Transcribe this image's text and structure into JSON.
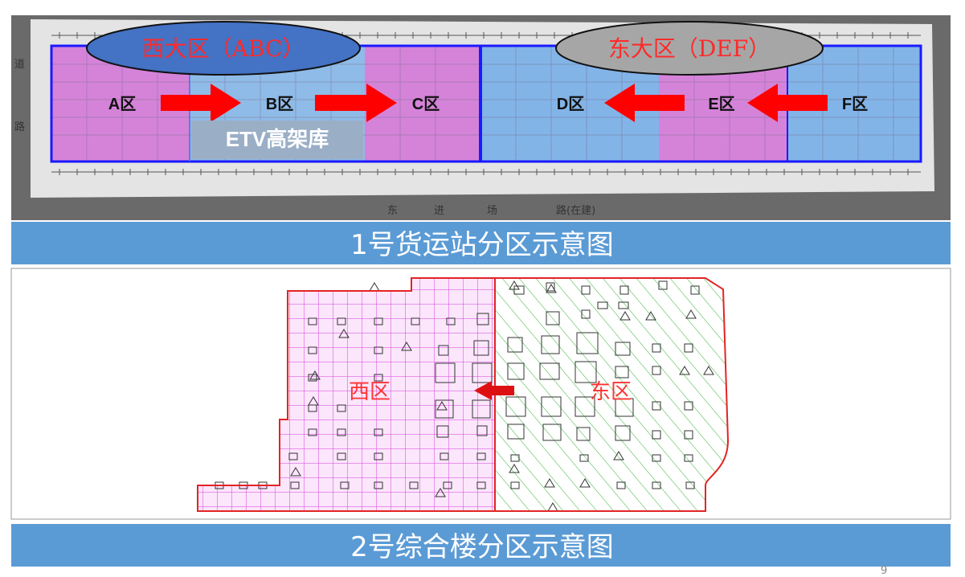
{
  "panel1": {
    "west_group_label": "西大区（ABC）",
    "east_group_label": "东大区（DEF）",
    "zones": [
      {
        "label": "A区",
        "kind": "pink"
      },
      {
        "label": "B区",
        "kind": "blue"
      },
      {
        "label": "C区",
        "kind": "pink"
      },
      {
        "label": "D区",
        "kind": "blue"
      },
      {
        "label": "E区",
        "kind": "pink"
      },
      {
        "label": "F区",
        "kind": "blue"
      }
    ],
    "etv_label": "ETV高架库",
    "road_left_top": "道",
    "road_left_bottom": "路",
    "road_bottom": [
      "东",
      "进",
      "场",
      "路(在建)"
    ],
    "caption": "1号货运站分区示意图"
  },
  "panel2": {
    "west_label": "西区",
    "east_label": "东区",
    "caption": "2号综合楼分区示意图"
  },
  "page_number": "9",
  "colors": {
    "caption_bg": "#5b9bd5",
    "pink": "#d583d9",
    "blue": "#7fb2e8",
    "arrow": "#ff0000",
    "ellipse_west": "#4472c4",
    "ellipse_east": "#a6a6a6",
    "west_green": "#d63fdc",
    "east_green": "#33b233"
  }
}
